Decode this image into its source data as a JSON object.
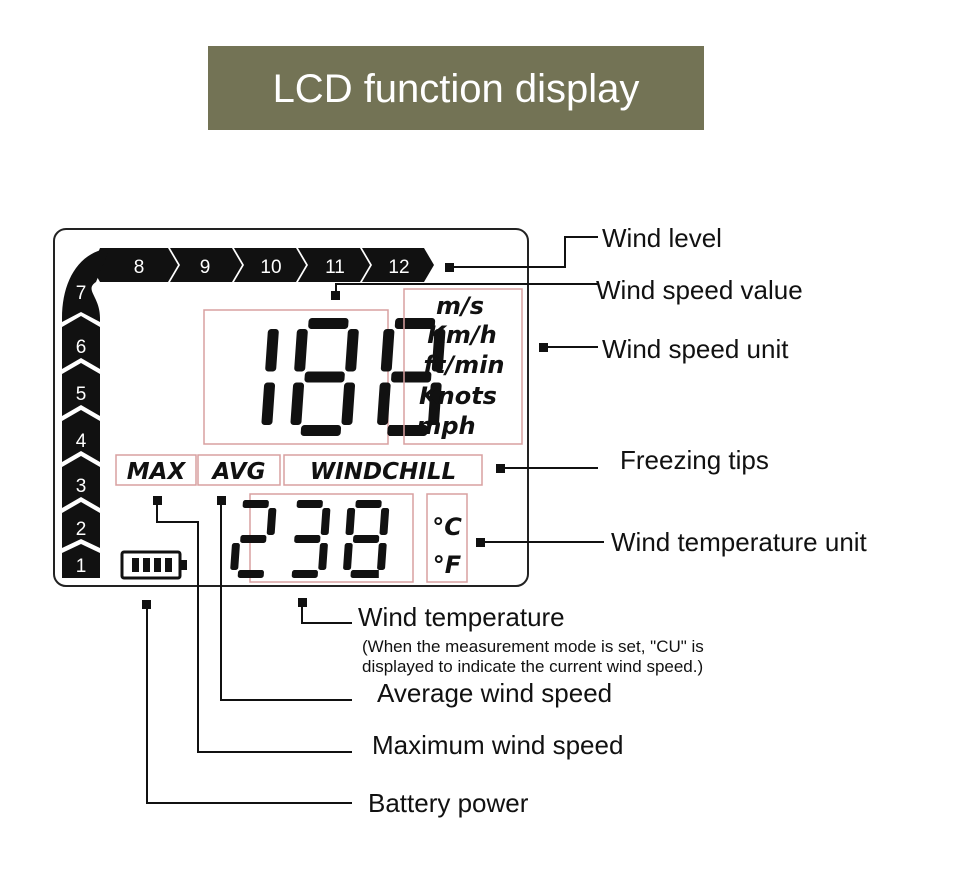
{
  "header": {
    "title": "LCD function display",
    "bg_color": "#737355",
    "text_color": "#ffffff"
  },
  "lcd": {
    "wind_levels": [
      "1",
      "2",
      "3",
      "4",
      "5",
      "6",
      "7",
      "8",
      "9",
      "10",
      "11",
      "12"
    ],
    "speed_reading": "18.8",
    "temp_reading": "23.8",
    "speed_units": [
      "m/s",
      "Km/h",
      "ft/min",
      "Knots",
      "mph"
    ],
    "modes": {
      "max": "MAX",
      "avg": "AVG",
      "windchill": "WINDCHILL"
    },
    "temp_units": {
      "c": "°C",
      "f": "°F"
    }
  },
  "callouts": {
    "wind_level": "Wind level",
    "wind_speed_value": "Wind speed value",
    "wind_speed_unit": "Wind speed unit",
    "freezing_tips": "Freezing tips",
    "wind_temperature_unit": "Wind temperature unit",
    "wind_temperature": "Wind temperature",
    "wind_temperature_note_1": "(When the measurement mode is set, \"CU\" is",
    "wind_temperature_note_2": "displayed to indicate the current wind speed.)",
    "average_wind_speed": "Average wind speed",
    "maximum_wind_speed": "Maximum wind speed",
    "battery_power": "Battery power"
  },
  "colors": {
    "ink": "#111111",
    "lcd_border": "#222222",
    "unit_box": "#d8a0a0"
  }
}
